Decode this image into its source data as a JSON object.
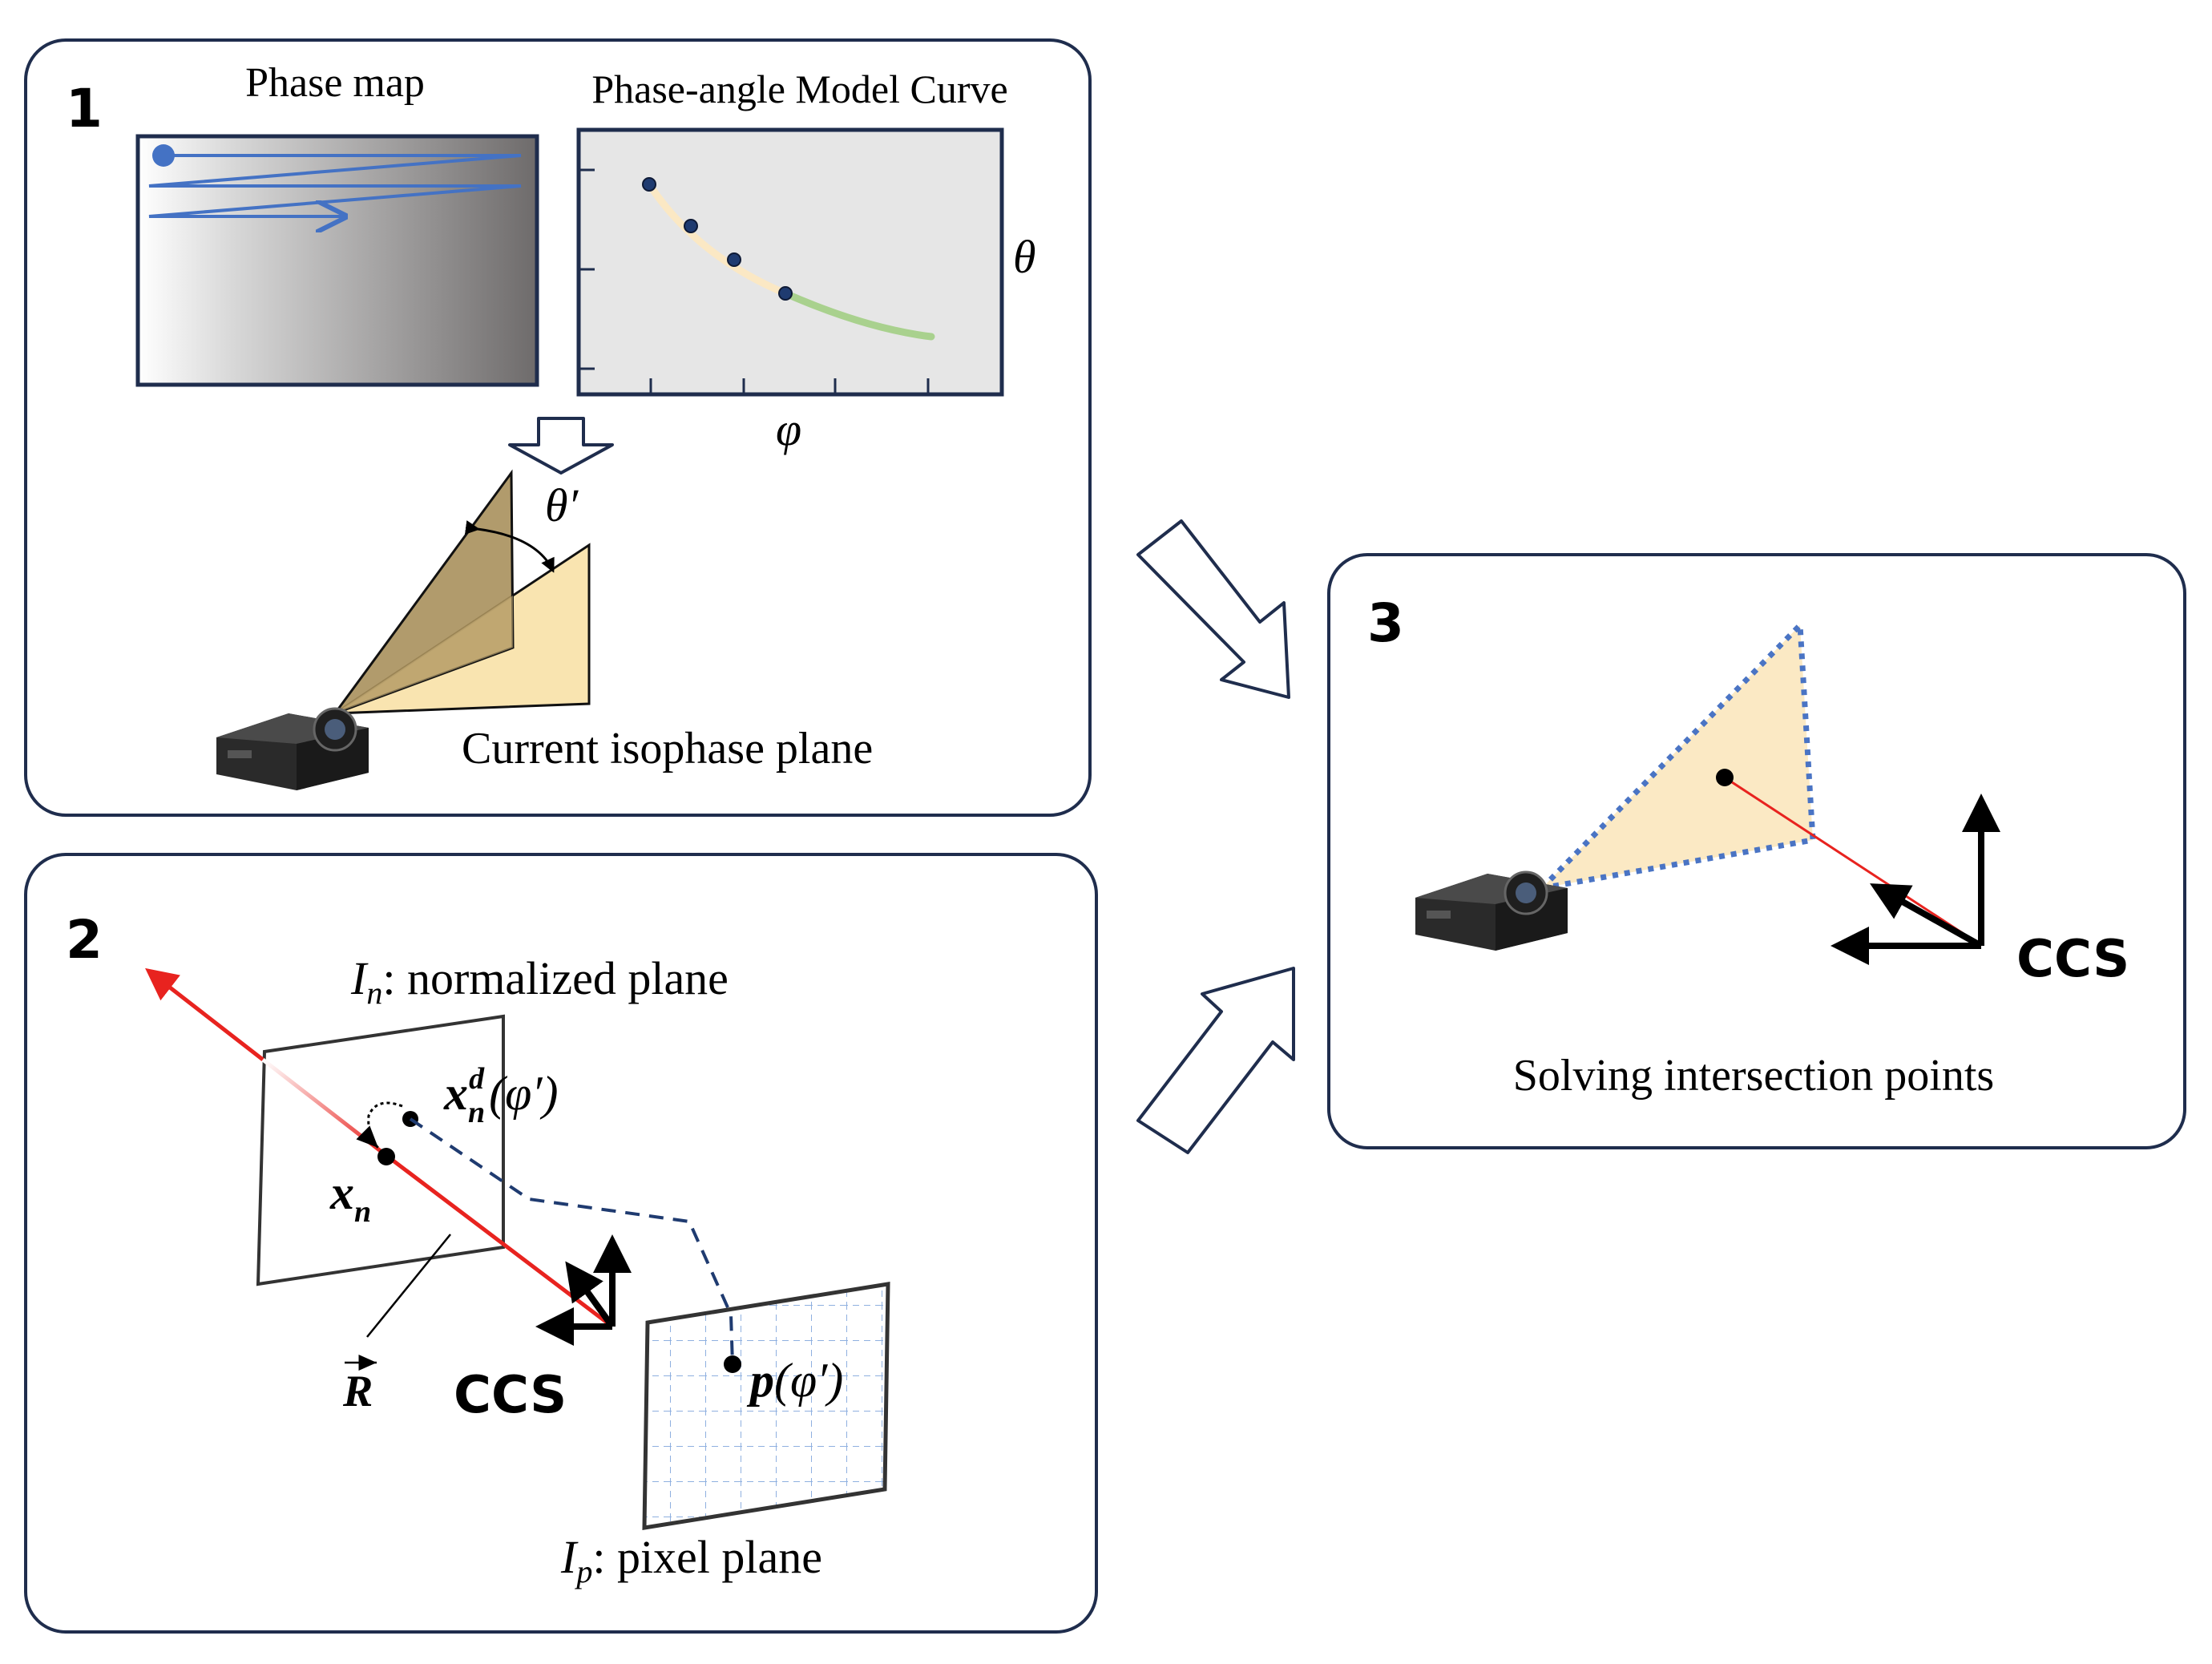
{
  "panels": {
    "p1": {
      "number": "1",
      "phase_map_title": "Phase map",
      "model_curve_title": "Phase-angle Model Curve",
      "axis_y_symbol": "θ",
      "axis_x_symbol": "φ",
      "theta_prime_symbol": "θ′",
      "caption": "Current isophase plane"
    },
    "p2": {
      "number": "2",
      "normalized_plane_symbol": "I",
      "normalized_plane_sub": "n",
      "normalized_plane_label": ": normalized plane",
      "xnd_symbol": "x",
      "xnd_sub": "n",
      "xnd_sup": "d",
      "xnd_arg": "(φ′)",
      "xn_symbol": "x",
      "xn_sub": "n",
      "ray_symbol": "R",
      "ccs_label": "CCS",
      "p_symbol": "p",
      "p_arg": "(φ′)",
      "pixel_plane_symbol": "I",
      "pixel_plane_sub": "p",
      "pixel_plane_label": ": pixel plane"
    },
    "p3": {
      "number": "3",
      "ccs_label": "CCS",
      "caption": "Solving intersection points"
    }
  },
  "colors": {
    "panel_border": "#1f2d4d",
    "ray_red": "#e8231f",
    "phase_arrow_blue": "#4472c4",
    "curve_light": "#fbe8c4",
    "curve_green": "#a9d18e",
    "plane_fill": "#f9e4b0",
    "plane_dark_fill": "#a8905c",
    "grid_blue": "#8fb0e0",
    "dotted_blue": "#4a74c4"
  },
  "icons": [
    "projector-icon",
    "hollow-arrow-icon"
  ]
}
